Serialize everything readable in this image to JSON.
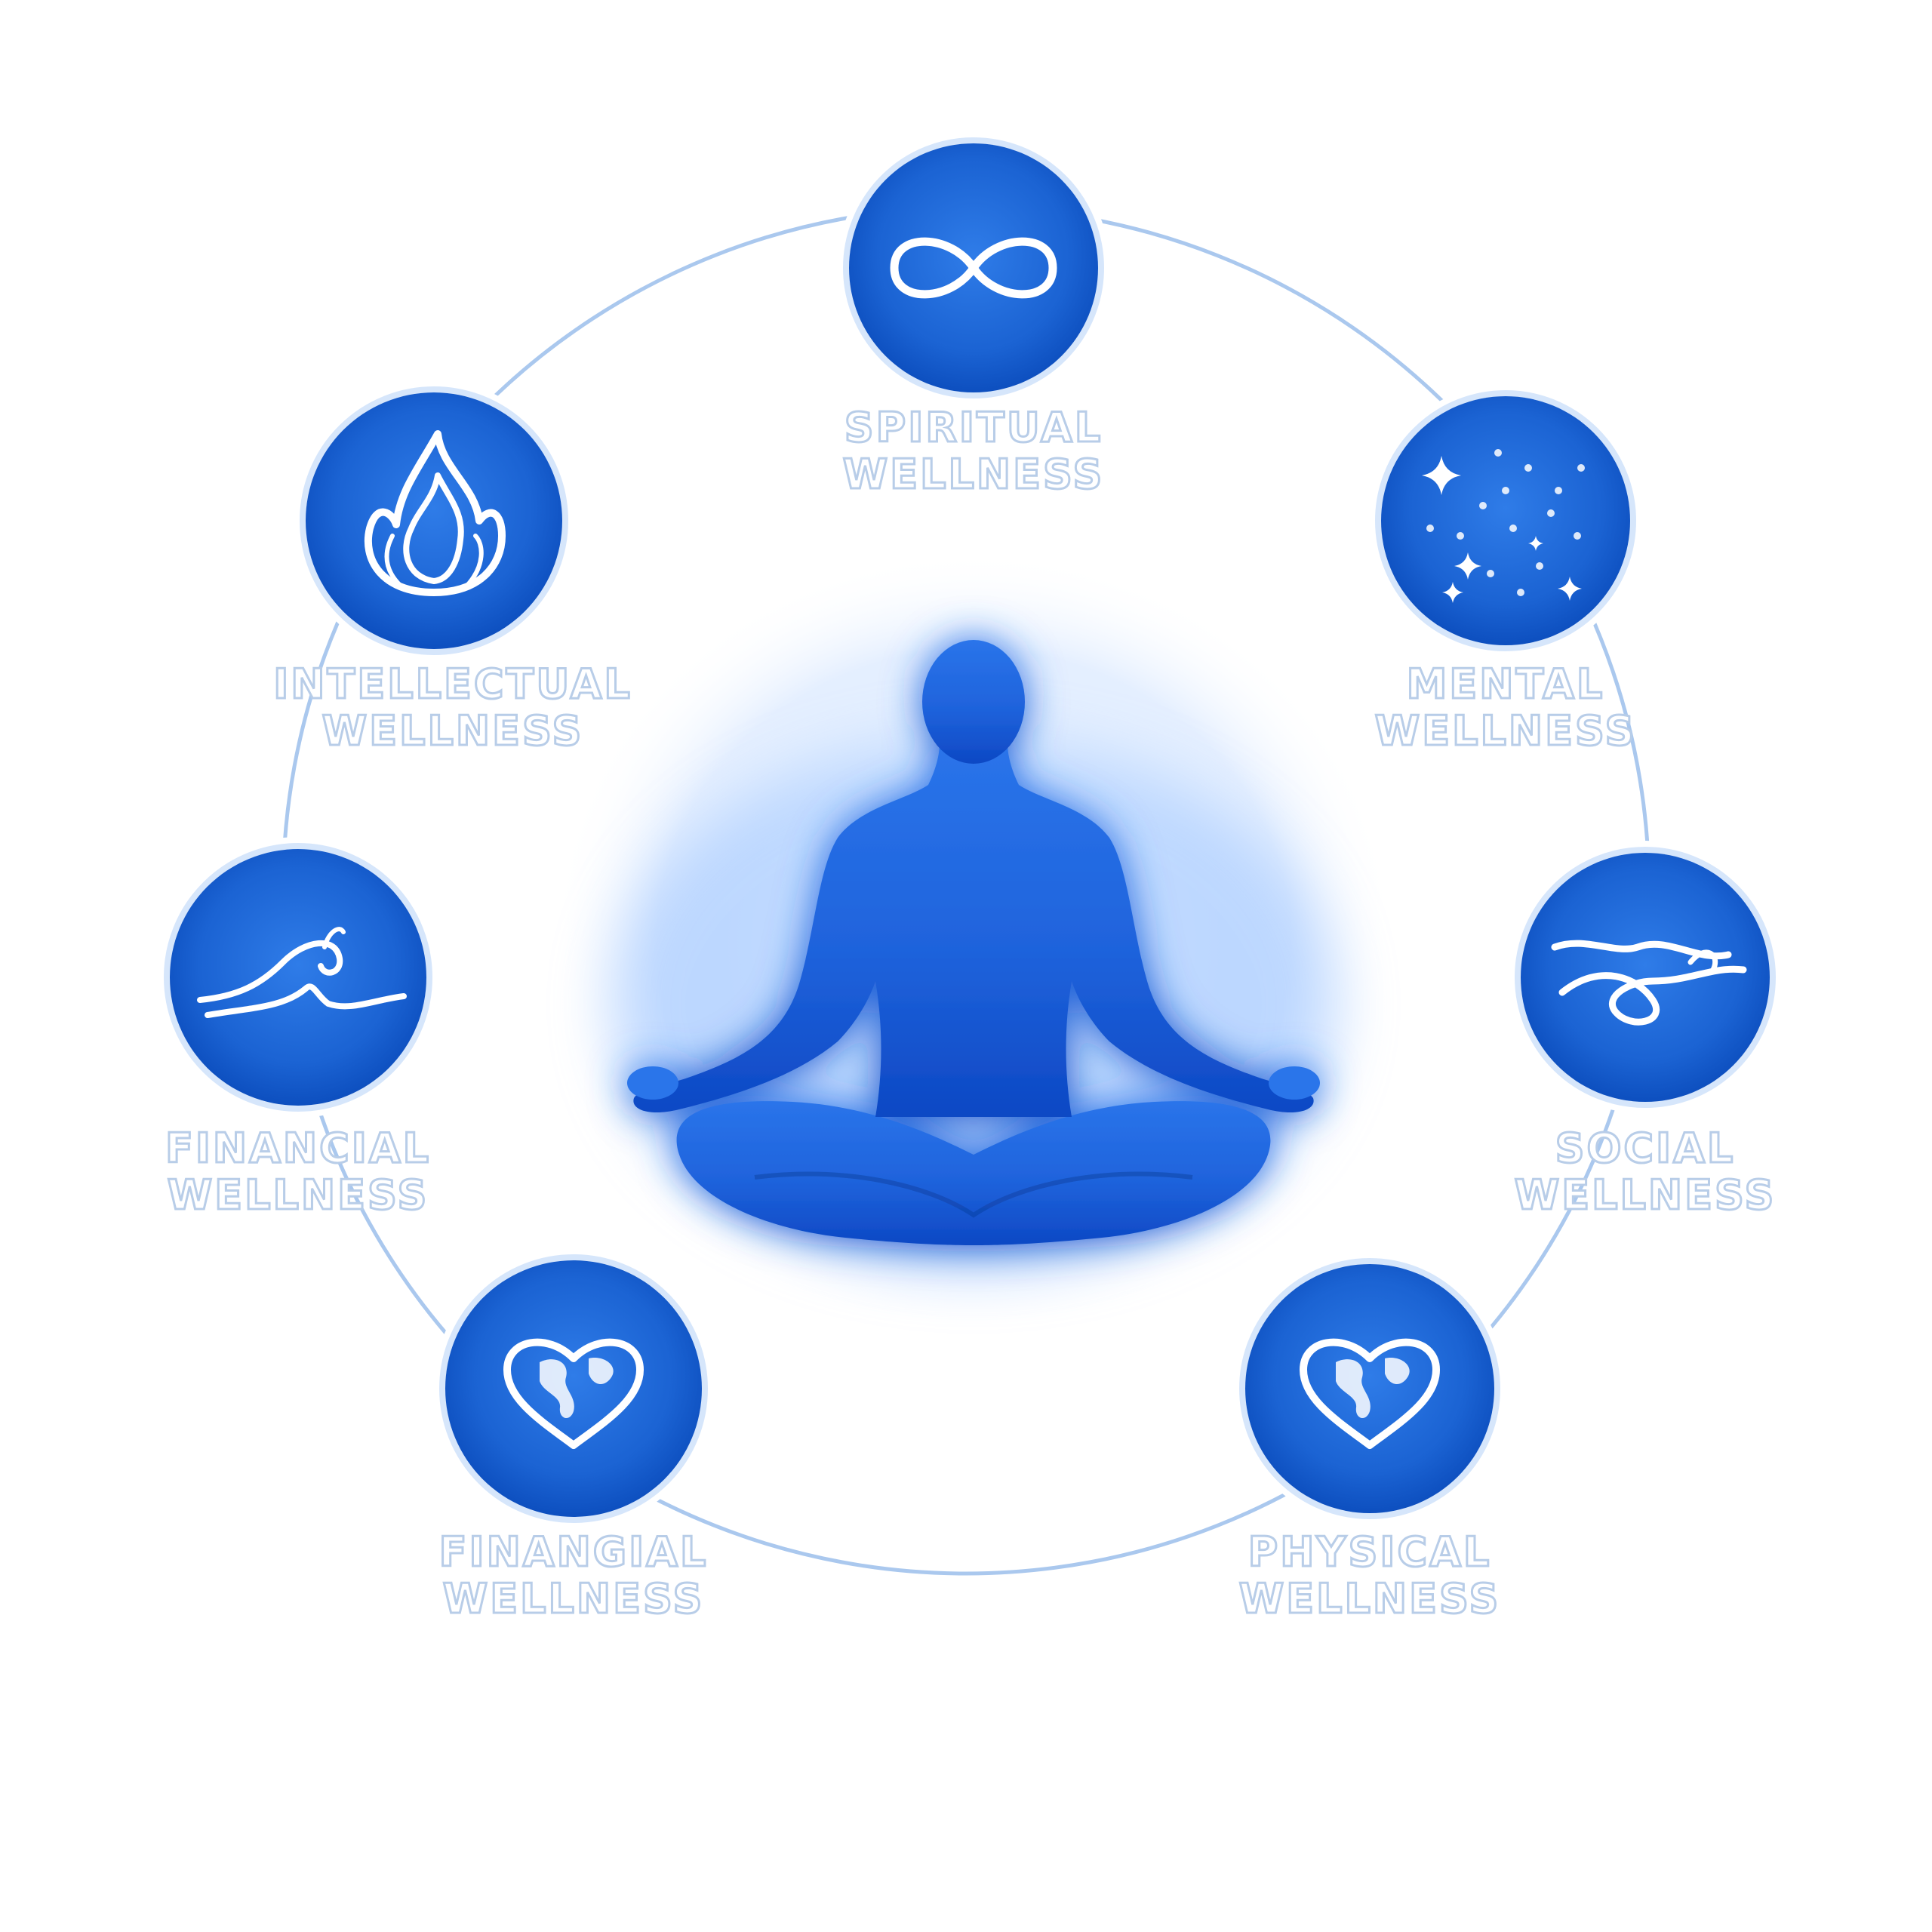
{
  "diagram": {
    "center": {
      "icon": "meditation-figure-icon"
    },
    "colors": {
      "disc": "#1e6ad6",
      "disc_deep": "#0b4fc0",
      "disc_ring": "#d6e6fb",
      "ring_line": "#aac8ee",
      "label_outline": "#b8cde8",
      "figure": "#1d63df",
      "figure_glow": "#7fb3ff"
    },
    "nodes": [
      {
        "id": "spiritual",
        "icon": "infinity-icon",
        "label_line1": "SPIRITUAL",
        "label_line2": "WELLNESS"
      },
      {
        "id": "mental",
        "icon": "stars-icon",
        "label_line1": "MENTAL",
        "label_line2": "WELLNESS"
      },
      {
        "id": "social",
        "icon": "wind-swirl-icon",
        "label_line1": "SOCIAL",
        "label_line2": "WELLNESS"
      },
      {
        "id": "physical",
        "icon": "heart-globe-icon",
        "label_line1": "PHYSICAL",
        "label_line2": "WELLNESS"
      },
      {
        "id": "finangial",
        "icon": "heart-globe-icon",
        "label_line1": "FINANGIAL",
        "label_line2": "WELLNESS"
      },
      {
        "id": "financial",
        "icon": "wave-icon",
        "label_line1": "FINANCIAL",
        "label_line2": "WELLNESS"
      },
      {
        "id": "intellectual",
        "icon": "flame-icon",
        "label_line1": "INTELLECTUAL",
        "label_line2": "WELLNESS"
      }
    ]
  }
}
